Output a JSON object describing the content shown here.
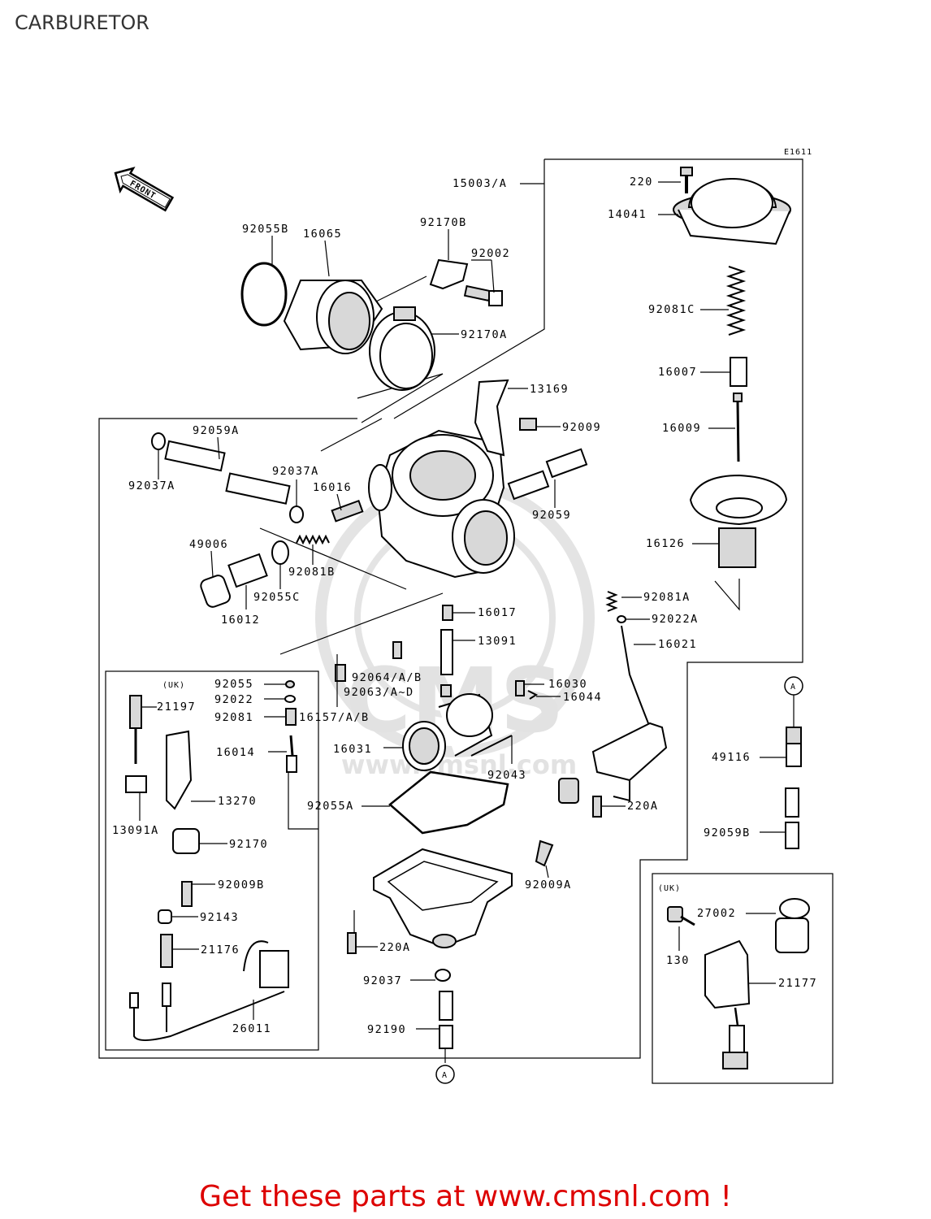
{
  "title": "CARBURETOR",
  "diagram_code": "E1611",
  "front_label": "FRONT",
  "uk_label_left": "(UK)",
  "uk_label_right": "(UK)",
  "connector_a_top": "A",
  "connector_a_bottom": "A",
  "watermark": "CMS",
  "watermark_url": "www.cmsnl.com",
  "parts": {
    "p15003A": "15003/A",
    "p220_top": "220",
    "p14041": "14041",
    "p92081C": "92081C",
    "p16007": "16007",
    "p16009": "16009",
    "p16126": "16126",
    "p92081A": "92081A",
    "p92022A": "92022A",
    "p16021": "16021",
    "p92055B": "92055B",
    "p16065": "16065",
    "p92170B": "92170B",
    "p92002": "92002",
    "p92170A": "92170A",
    "p13169": "13169",
    "p92009": "92009",
    "p92059A": "92059A",
    "p92037A_left": "92037A",
    "p92037A_mid": "92037A",
    "p16016": "16016",
    "p92059": "92059",
    "p49006": "49006",
    "p92081B": "92081B",
    "p92055C": "92055C",
    "p16012": "16012",
    "p16017": "16017",
    "p13091": "13091",
    "p92055": "92055",
    "p92022": "92022",
    "p92081": "92081",
    "p92064": "92064/A/B",
    "p92063": "92063/A~D",
    "p16157": "16157/A/B",
    "p16030": "16030",
    "p16044": "16044",
    "p16014": "16014",
    "p16031": "16031",
    "p92043": "92043",
    "p21197": "21197",
    "p13270": "13270",
    "p13091A": "13091A",
    "p92170": "92170",
    "p92009B": "92009B",
    "p92143": "92143",
    "p21176": "21176",
    "p26011": "26011",
    "p92055A": "92055A",
    "p220A_mid": "220A",
    "p92009A": "92009A",
    "p220A_bottom": "220A",
    "p92037": "92037",
    "p92190": "92190",
    "p49116": "49116",
    "p92059B": "92059B",
    "p27002": "27002",
    "p130": "130",
    "p21177": "21177"
  },
  "footer_text": "Get these parts at www.cmsnl.com !",
  "colors": {
    "footer": "#dd0000",
    "title": "#333333",
    "watermark": "#e2e2e2"
  }
}
